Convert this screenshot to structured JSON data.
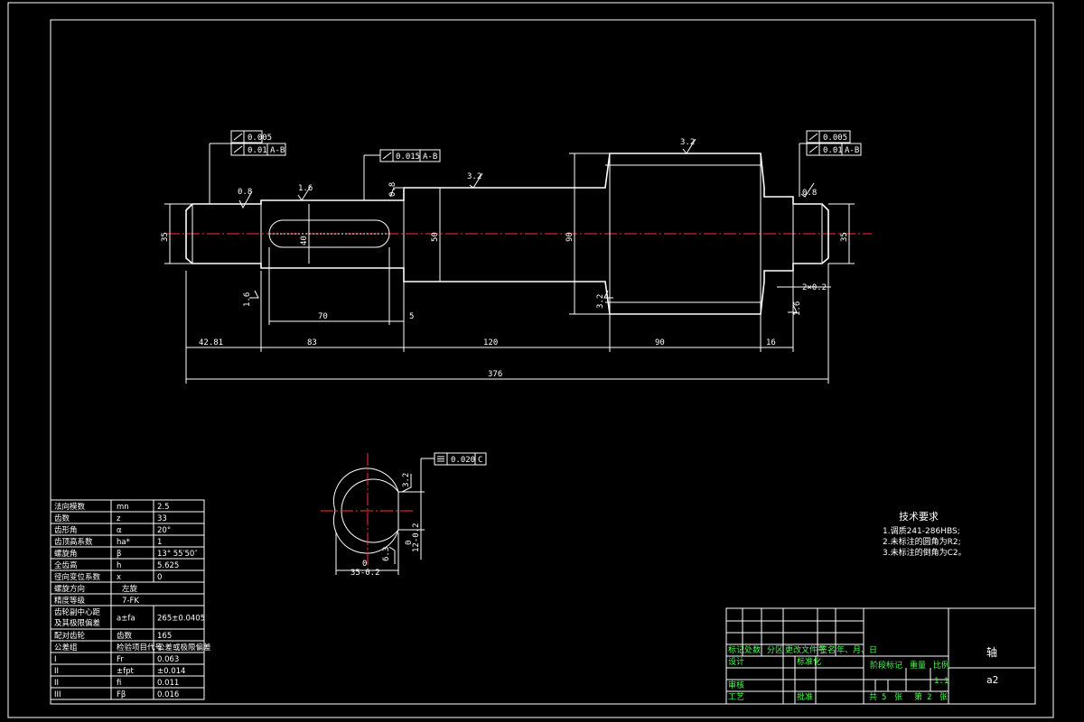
{
  "drawing": {
    "title_block": {
      "part_name": "轴",
      "drawing_no": "a2",
      "scale": "1:1",
      "material_mark": "",
      "labels": {
        "mark": "标记",
        "count": "处数",
        "zone": "分区",
        "change_doc": "更改文件号",
        "sign": "签名",
        "date": "年、月、日",
        "design": "设计",
        "standard": "标准化",
        "stage_mark": "阶段标记",
        "weight": "重量",
        "ratio": "比例",
        "review": "审核",
        "process": "工艺",
        "approve": "批准",
        "total": "共",
        "sheets": "张",
        "sheet_no": "第",
        "sheet_word": "张",
        "total_n": "5",
        "sheet_n": "2"
      }
    },
    "tech_req": {
      "title": "技术要求",
      "items": [
        "1.调质241-286HBS;",
        "2.未标注的圆角为R2;",
        "3.未标注的倒角为C2。"
      ]
    },
    "gear_table": {
      "rows": [
        {
          "name": "法向模数",
          "sym": "mn",
          "val": "2.5"
        },
        {
          "name": "齿数",
          "sym": "z",
          "val": "33"
        },
        {
          "name": "齿形角",
          "sym": "α",
          "val": "20°"
        },
        {
          "name": "齿顶高系数",
          "sym": "ha*",
          "val": "1"
        },
        {
          "name": "螺旋角",
          "sym": "β",
          "val": "13° 55′50″"
        },
        {
          "name": "全齿高",
          "sym": "h",
          "val": "5.625"
        },
        {
          "name": "径向变位系数",
          "sym": "x",
          "val": "0"
        },
        {
          "name": "螺旋方向",
          "sym": "",
          "val": "左旋"
        },
        {
          "name": "精度等级",
          "sym": "",
          "val": "7-FK"
        },
        {
          "name": "齿轮副中心距及其极限偏差",
          "sym": "a±fa",
          "val": "265±0.0405"
        },
        {
          "name": "配对齿轮",
          "sym": "齿数",
          "val": "165"
        },
        {
          "name": "公差组",
          "sym": "检验项目代号",
          "val": "公差或极限偏差"
        },
        {
          "name": "I",
          "sym": "Fr",
          "val": "0.063"
        },
        {
          "name": "II",
          "sym": "±fpt",
          "val": "±0.014"
        },
        {
          "name": "II",
          "sym": "fi",
          "val": "0.011"
        },
        {
          "name": "III",
          "sym": "Fβ",
          "val": "0.016"
        }
      ]
    },
    "tolerances": {
      "left_runout": "0.005",
      "left_runout2": "0.01",
      "left_datum": "A-B",
      "mid_runout": "0.015",
      "mid_datum": "A-B",
      "right_runout": "0.005",
      "right_runout2": "0.01",
      "right_datum": "A-B",
      "key_sym": "0.020",
      "key_datum": "C"
    },
    "roughness": {
      "r1": "0.8",
      "r2": "1.6",
      "r3": "0.8",
      "r4": "3.2",
      "r5": "3.2",
      "r6": "0.8",
      "r7": "1.6",
      "r8": "3.2",
      "r9": "1.6",
      "r10": "3.2",
      "r11": "6.3"
    },
    "dims": {
      "d_left": "35",
      "d_key": "40",
      "d_mid": "50",
      "d_gear": "90",
      "d_right": "35",
      "l1": "42.81",
      "l2": "83",
      "l3": "120",
      "l4": "90",
      "l5": "16",
      "l_total": "376",
      "key_len": "70",
      "shoulder": "5",
      "chamfer": "2×0.2",
      "sec_w": "35-0.2",
      "sec_key": "12-0.2",
      "sec_zero": "0",
      "sec_zero2": "0"
    }
  }
}
